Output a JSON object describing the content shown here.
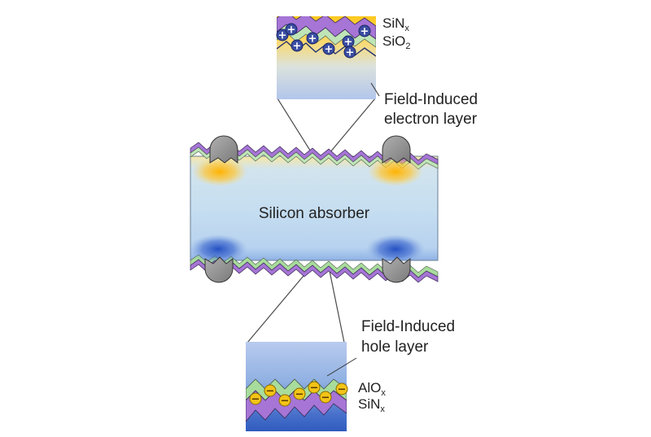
{
  "labels": {
    "absorber": "Silicon absorber",
    "top_field_line1": "Field-Induced",
    "top_field_line2": "electron layer",
    "bottom_field_line1": "Field-Induced",
    "bottom_field_line2": "hole layer",
    "top_outer_layer_main": "SiN",
    "top_outer_layer_sub": "x",
    "top_inner_layer_main": "SiO",
    "top_inner_layer_sub": "2",
    "bottom_inner_layer_main": "AlO",
    "bottom_inner_layer_sub": "x",
    "bottom_outer_layer_main": "SiN",
    "bottom_outer_layer_sub": "x"
  },
  "charges": {
    "top_positive_symbol": "+",
    "bottom_negative_symbol": "−"
  },
  "colors": {
    "sinx": "#a675d6",
    "oxide_layer": "#bfe5b7",
    "alox": "#a8dc9c",
    "absorber": "#c6def0",
    "electron_layer": "#ffcc33",
    "hole_layer": "#3c68cc",
    "contact": "#8c8c8c",
    "positive_charge": "#3b4ea2",
    "negative_charge": "#f2c418"
  },
  "icons": {
    "positive_charge": "plus-charge-icon",
    "negative_charge": "minus-charge-icon",
    "contact": "metal-contact-icon"
  }
}
